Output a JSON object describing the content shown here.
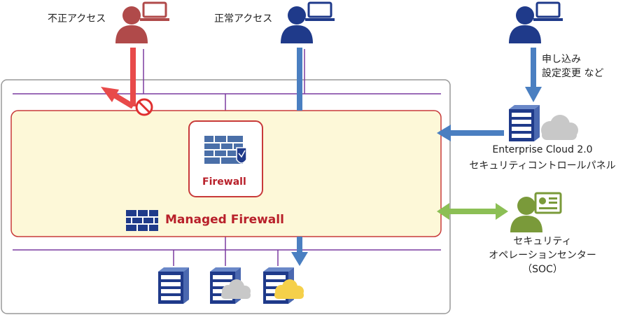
{
  "actors": {
    "unauthorized": {
      "label": "不正アクセス"
    },
    "normal": {
      "label": "正常アクセス"
    },
    "admin": {
      "note_line1": "申し込み",
      "note_line2": "設定変更 など"
    }
  },
  "firewall": {
    "label": "Firewall"
  },
  "managed_firewall": {
    "label": "Managed Firewall"
  },
  "control_panel": {
    "line1": "Enterprise Cloud 2.0",
    "line2": "セキュリティコントロールパネル"
  },
  "soc": {
    "line1": "セキュリティ",
    "line2": "オペレーションセンター",
    "line3": "（SOC）"
  },
  "colors": {
    "dark_blue": "#1f3a8a",
    "medium_blue": "#4a7fc1",
    "red": "#e84a4a",
    "dark_red": "#b04a4a",
    "olive": "#7a9a3a",
    "purple_line": "#7a3aa0",
    "zone_fill": "#fdf8d8",
    "zone_border": "#c83a3a",
    "frame_border": "#999999",
    "cloud_gray": "#c8c8c8",
    "cloud_yellow": "#f5d04a",
    "green_arrow": "#8cbf55"
  }
}
